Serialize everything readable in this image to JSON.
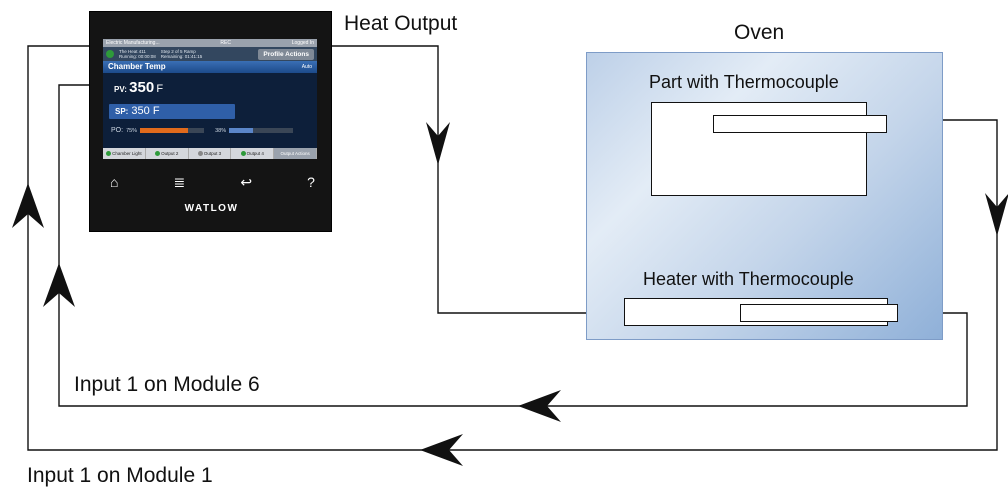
{
  "labels": {
    "heat_output": "Heat Output",
    "oven": "Oven",
    "part": "Part with Thermocouple",
    "heater": "Heater with Thermocouple",
    "input_module6": "Input 1 on Module 6",
    "input_module1": "Input 1 on Module 1"
  },
  "controller": {
    "top_left": "Electric Manufacturing...",
    "top_rec": "REC",
    "top_right": "Logged In",
    "profile_name": "The Heat 411",
    "profile_running": "Running: 00:00:08",
    "step": "Step 2 of 5 Ramp",
    "step_remaining": "Remaining: 01:41:15",
    "profile_actions": "Profile Actions",
    "chamber_title": "Chamber Temp",
    "mode": "Auto",
    "pv_label": "PV:",
    "pv_value": "350",
    "pv_unit": "F",
    "sp_label": "SP:",
    "sp_value": "350",
    "sp_unit": "F",
    "po_label": "PO:",
    "po_value": "75%",
    "po_fill": 0.75,
    "po2_value": "38%",
    "po2_fill": 0.38,
    "outputs": [
      "Chamber Light",
      "Output 2",
      "Output 3",
      "Output 4",
      "Output Actions"
    ],
    "nav_icons": [
      "home-icon",
      "menu-icon",
      "back-icon",
      "help-icon"
    ],
    "brand": "WATLOW"
  },
  "colors": {
    "oven_fill": "#bdd0e8",
    "po_bar": "#e06a1c",
    "sp_bar": "#2f5fa8"
  }
}
